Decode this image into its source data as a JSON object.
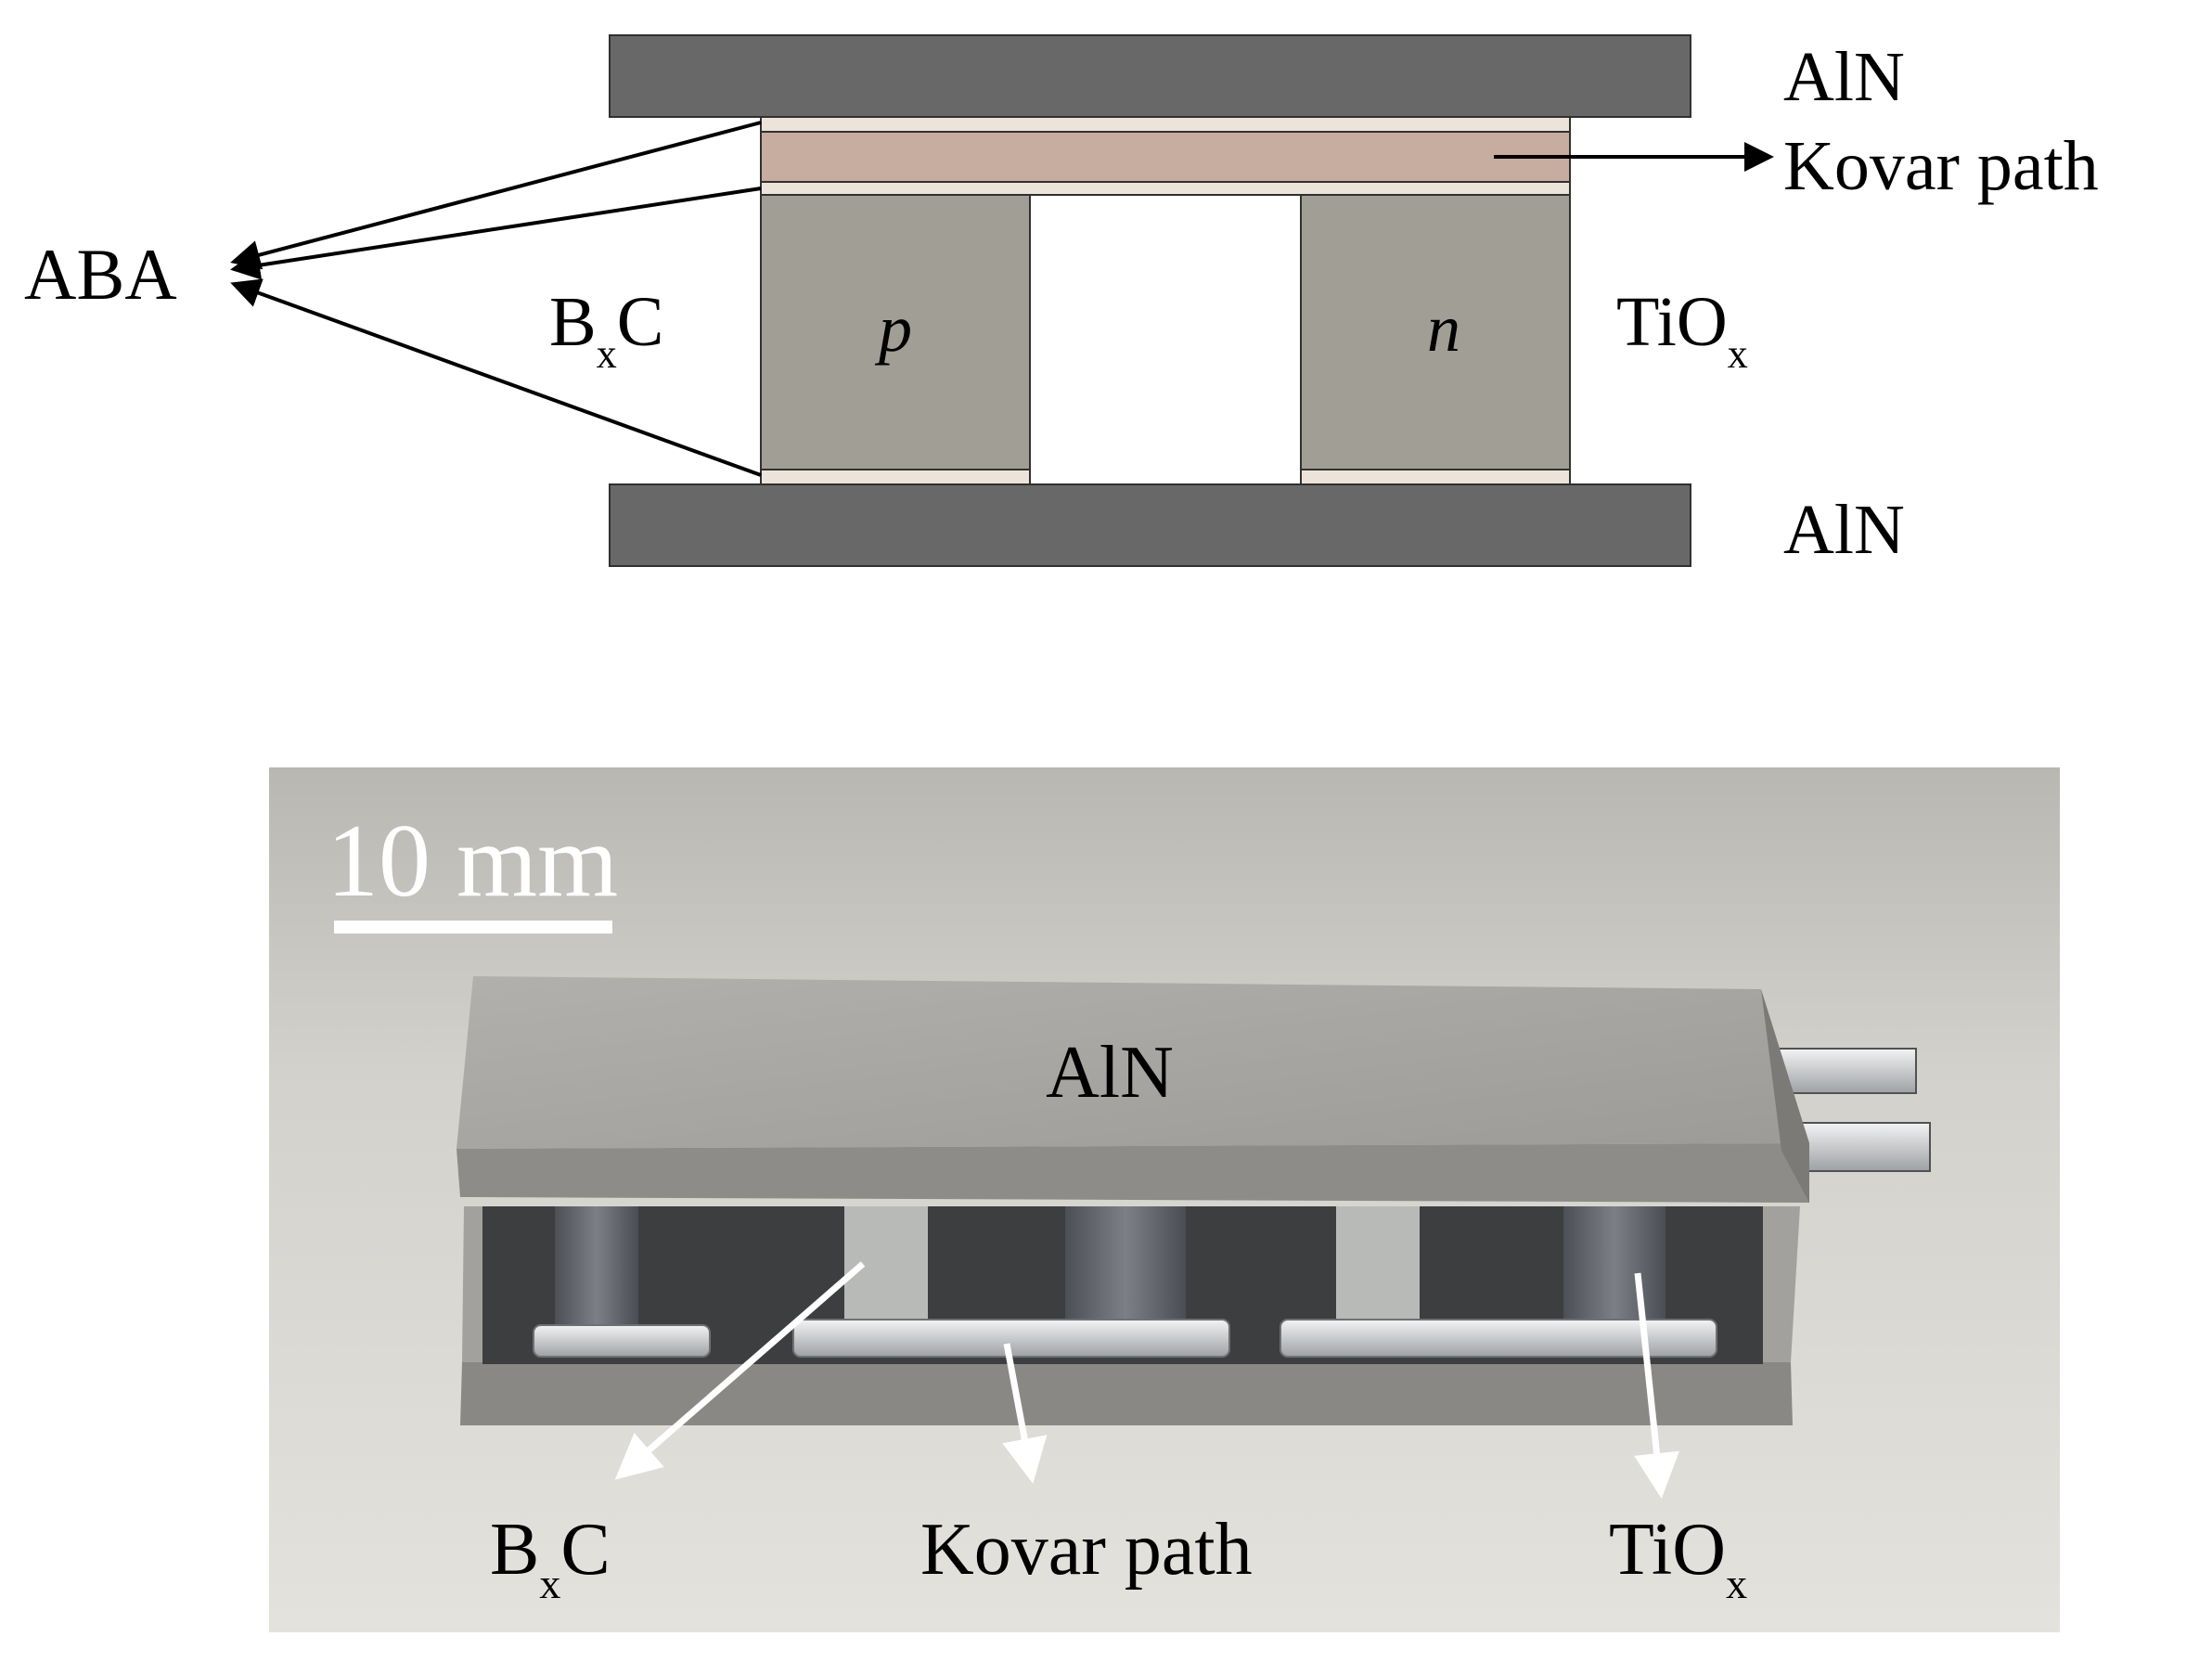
{
  "schematic": {
    "top_substrate_label": "AlN",
    "bottom_substrate_label": "AlN",
    "kovar_label": "Kovar path",
    "aba_label": "ABA",
    "bxc": {
      "base": "B",
      "sub": "x",
      "tail": "C"
    },
    "tiox": {
      "base": "TiO",
      "sub": "x"
    },
    "p_leg_label": "p",
    "n_leg_label": "n",
    "colors": {
      "substrate": "#686868",
      "leg": "#a19e96",
      "kovar": "#c7aca0",
      "braze": "#ece4d8",
      "outline": "#303030"
    }
  },
  "photo": {
    "scale_bar_label": "10 mm",
    "aln_label": "AlN",
    "bxc": {
      "base": "B",
      "sub": "x",
      "tail": "C"
    },
    "kovar_label": "Kovar path",
    "tiox": {
      "base": "TiO",
      "sub": "x"
    },
    "colors": {
      "background": "#d6d4ce",
      "plate_top": "#a9a7a3",
      "plate_edge": "#8e8c88",
      "leg": "#5e6268",
      "metal": "#d8dadc"
    }
  }
}
